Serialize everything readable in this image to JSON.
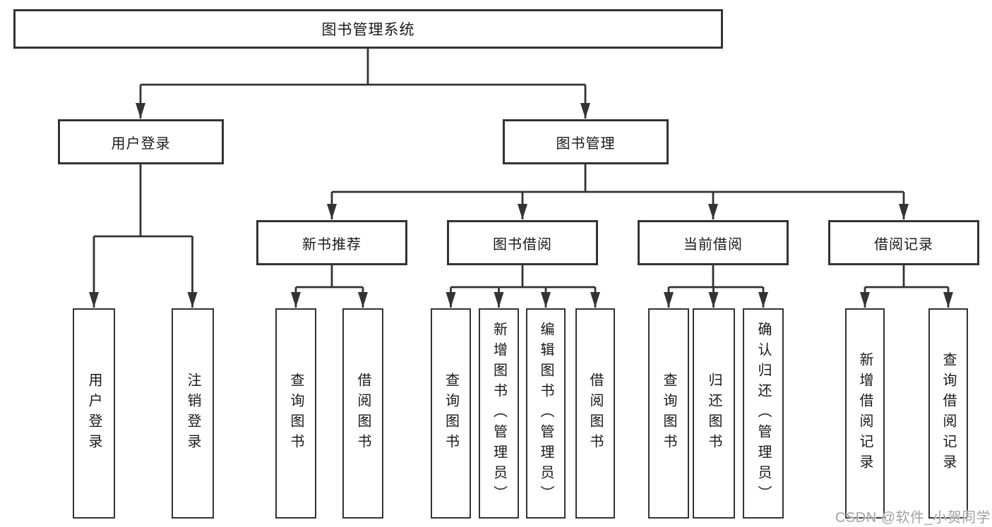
{
  "diagram": {
    "root": {
      "label": "图书管理系统"
    },
    "level2": {
      "user_login": {
        "label": "用户登录"
      },
      "book_mgmt": {
        "label": "图书管理"
      }
    },
    "level3": {
      "new_book_rec": {
        "label": "新书推荐"
      },
      "book_borrow": {
        "label": "图书借阅"
      },
      "current_borrow": {
        "label": "当前借阅"
      },
      "borrow_records": {
        "label": "借阅记录"
      }
    },
    "level4": {
      "user_login_children": {
        "login": {
          "label": "用户登录"
        },
        "logout": {
          "label": "注销登录"
        }
      },
      "new_book_rec_children": {
        "query_books": {
          "label": "查询图书"
        },
        "borrow_books": {
          "label": "借阅图书"
        }
      },
      "book_borrow_children": {
        "query_books": {
          "label": "查询图书"
        },
        "add_book": {
          "label": "新增图书（管理员）"
        },
        "edit_book": {
          "label": "编辑图书（管理员）"
        },
        "borrow_books": {
          "label": "借阅图书"
        }
      },
      "current_borrow_children": {
        "query_books": {
          "label": "查询图书"
        },
        "return_book": {
          "label": "归还图书"
        },
        "confirm_return": {
          "label": "确认归还（管理员）"
        }
      },
      "borrow_records_children": {
        "add_record": {
          "label": "新增借阅记录"
        },
        "query_record": {
          "label": "查询借阅记录"
        }
      }
    }
  },
  "watermark": {
    "label": "CSDN @软件_小贺同学"
  },
  "colors": {
    "line": "#333333",
    "text": "#1a1a1a",
    "box_background": "#ffffff",
    "watermark": "#a3a3a9",
    "background": "#ffffff"
  }
}
